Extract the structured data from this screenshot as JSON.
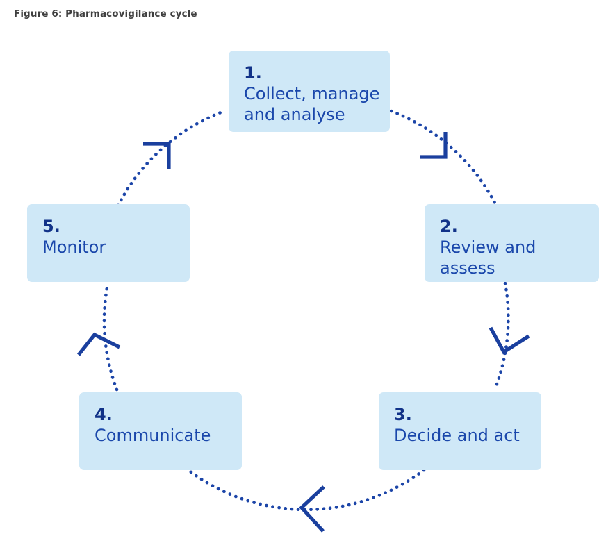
{
  "figure": {
    "title": "Figure 6: Pharmacovigilance cycle",
    "layout": "circular-cycle-clockwise"
  },
  "colors": {
    "box_fill": "#cfe8f7",
    "number_text": "#113288",
    "label_text": "#1a47ab",
    "arc_dots": "#1c45a8",
    "arrowhead": "#1a3f9e",
    "title_text": "#3f3f3f",
    "page_background": "#ffffff"
  },
  "nodes": [
    {
      "id": "1",
      "number": "1.",
      "label": "Collect, manage\nand analyse"
    },
    {
      "id": "2",
      "number": "2.",
      "label": "Review and\nassess"
    },
    {
      "id": "3",
      "number": "3.",
      "label": "Decide and act"
    },
    {
      "id": "4",
      "number": "4.",
      "label": "Communicate"
    },
    {
      "id": "5",
      "number": "5.",
      "label": "Monitor"
    }
  ],
  "connectors": [
    {
      "from": "1",
      "to": "2",
      "style": "dotted-arc",
      "direction": "clockwise"
    },
    {
      "from": "2",
      "to": "3",
      "style": "dotted-arc",
      "direction": "clockwise"
    },
    {
      "from": "3",
      "to": "4",
      "style": "dotted-arc",
      "direction": "clockwise"
    },
    {
      "from": "4",
      "to": "5",
      "style": "dotted-arc",
      "direction": "clockwise"
    },
    {
      "from": "5",
      "to": "1",
      "style": "dotted-arc",
      "direction": "clockwise"
    }
  ]
}
